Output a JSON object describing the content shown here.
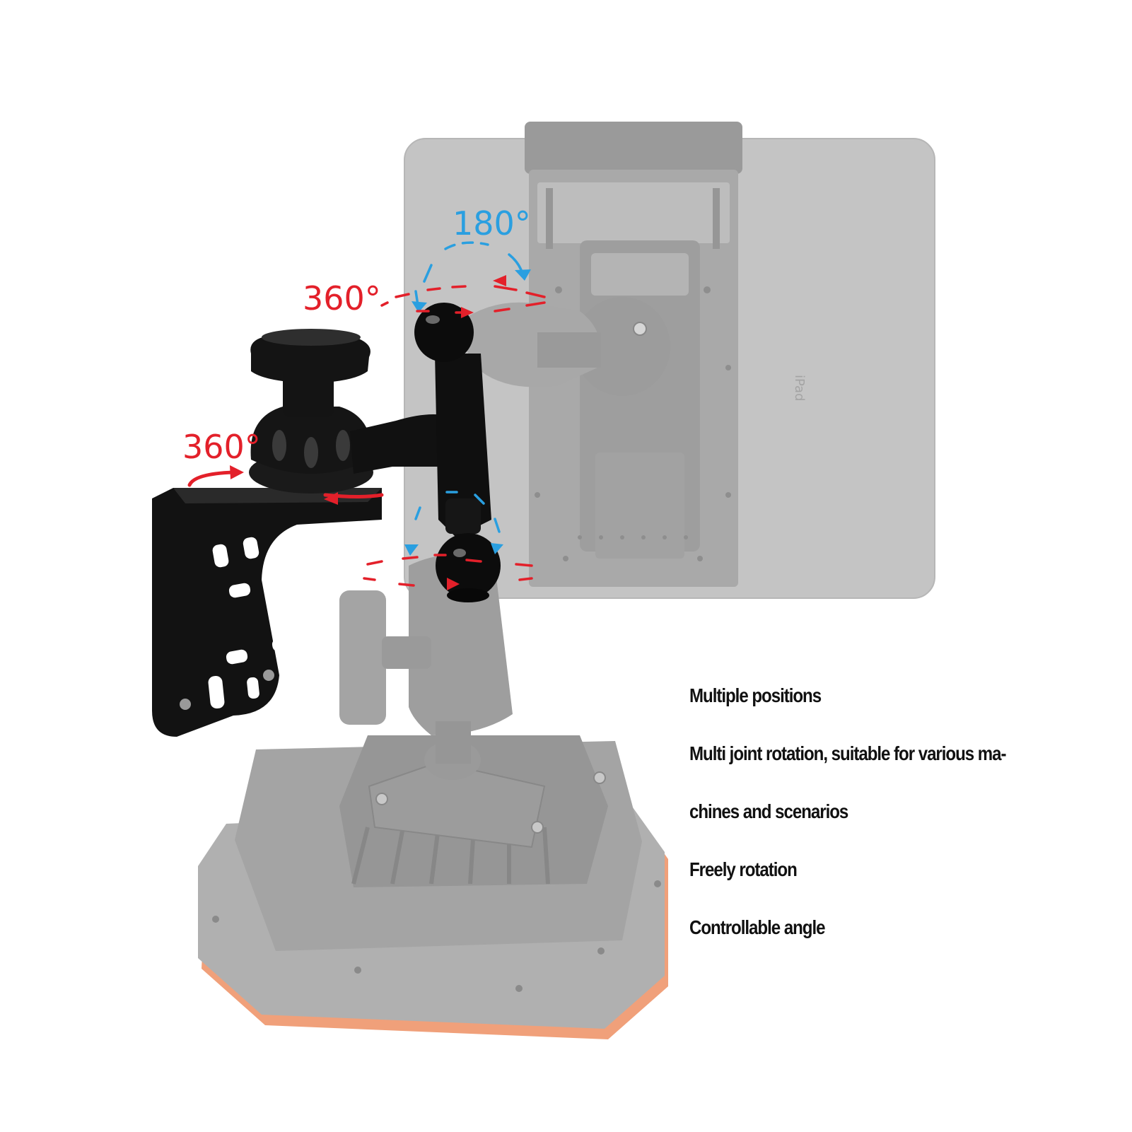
{
  "angles": {
    "top_blue": "180°",
    "top_red": "360°",
    "left_red": "360°"
  },
  "device_brand": "iPad",
  "features": [
    "Multiple positions",
    "Multi joint rotation, suitable for various ma-",
    "chines and scenarios",
    "Freely rotation",
    "Controllable angle"
  ],
  "colors": {
    "background": "#ffffff",
    "arrow_red": "#e3202a",
    "arrow_blue": "#2a9fe0",
    "mount_black": "#121212",
    "device_gray": "#b3b3b3",
    "base_orange": "#f0a07a"
  }
}
